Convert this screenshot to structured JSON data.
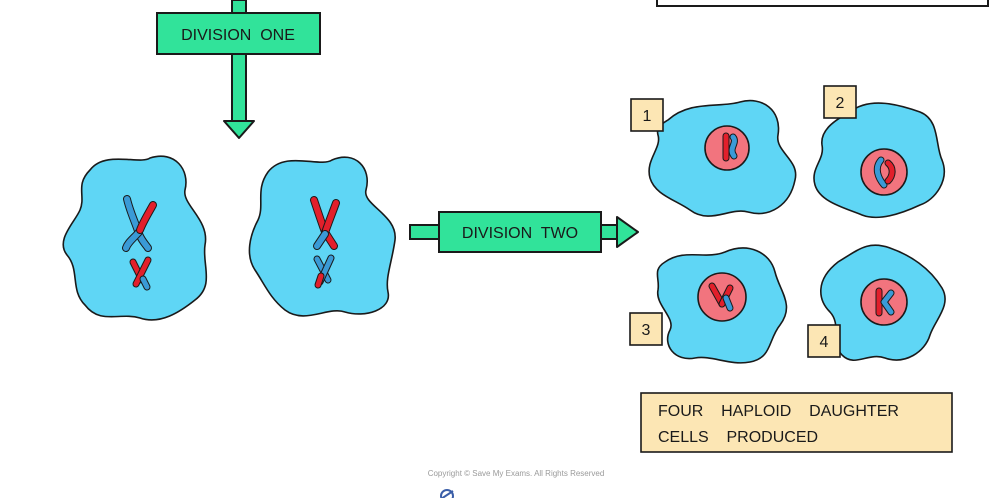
{
  "labels": {
    "division_one": "DIVISION  ONE",
    "division_two": "DIVISION  TWO",
    "result_line1": "FOUR    HAPLOID    DAUGHTER",
    "result_line2": "CELLS    PRODUCED",
    "copyright": "Copyright © Save My Exams. All Rights Reserved"
  },
  "daughter_cells": [
    {
      "number": "1"
    },
    {
      "number": "2"
    },
    {
      "number": "3"
    },
    {
      "number": "4"
    }
  ],
  "colors": {
    "arrow_green": "#31e39a",
    "cell_blue": "#5fd6f5",
    "nucleus_pink": "#f2747e",
    "chromatid_red": "#e21f2b",
    "chromatid_blue": "#3a9ad6",
    "box_beige": "#fce6b4",
    "outline": "#1a1a1a"
  }
}
